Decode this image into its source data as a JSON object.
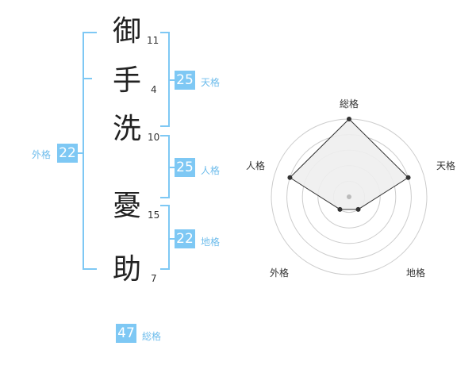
{
  "name": {
    "characters": [
      {
        "char": "御",
        "strokes": "11"
      },
      {
        "char": "手",
        "strokes": "4"
      },
      {
        "char": "洗",
        "strokes": "10"
      },
      {
        "char": "憂",
        "strokes": "15"
      },
      {
        "char": "助",
        "strokes": "7"
      }
    ]
  },
  "kakusu": {
    "tenkaku": {
      "value": "25",
      "label": "天格"
    },
    "jinkaku": {
      "value": "25",
      "label": "人格"
    },
    "chikaku": {
      "value": "22",
      "label": "地格"
    },
    "gaikaku": {
      "value": "22",
      "label": "外格"
    },
    "soukaku": {
      "value": "47",
      "label": "総格"
    }
  },
  "radar": {
    "axes": [
      "総格",
      "天格",
      "地格",
      "外格",
      "人格"
    ],
    "values": [
      5,
      4,
      1,
      1,
      4
    ],
    "max": 5,
    "colors": {
      "grid": "#cccccc",
      "fill": "#eeeeee",
      "line": "#333333",
      "point": "#333333",
      "center": "#bbbbbb"
    }
  },
  "colors": {
    "accent": "#7ec8f4",
    "label": "#6fbdec"
  }
}
